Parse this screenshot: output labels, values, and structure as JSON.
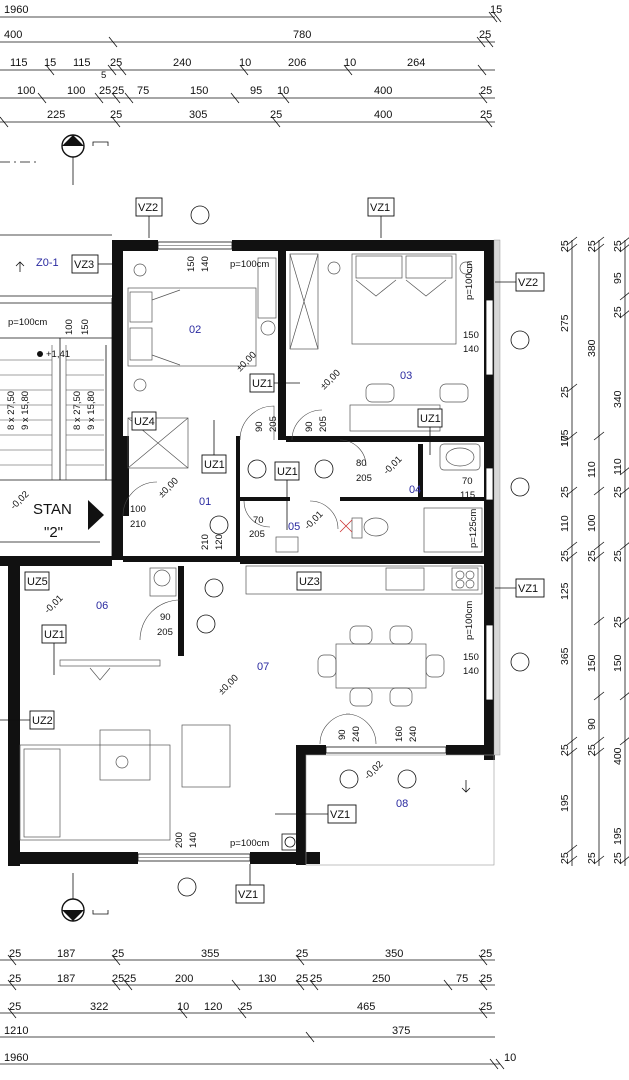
{
  "dims_top": {
    "r1": [
      "1960",
      "15"
    ],
    "r2": [
      "400",
      "780",
      "25"
    ],
    "r3": [
      "115",
      "15",
      "115",
      "25",
      "5",
      "240",
      "10",
      "206",
      "10",
      "264"
    ],
    "r4": [
      "100",
      "100",
      "25",
      "25",
      "75",
      "150",
      "95",
      "10",
      "400",
      "25"
    ],
    "r5": [
      "225",
      "25",
      "305",
      "25",
      "400",
      "25"
    ]
  },
  "dims_bottom": {
    "r1": [
      "25",
      "187",
      "25",
      "355",
      "25",
      "350",
      "25"
    ],
    "r2": [
      "25",
      "187",
      "25",
      "25",
      "200",
      "130",
      "25",
      "25",
      "250",
      "75",
      "25"
    ],
    "r3": [
      "25",
      "322",
      "10",
      "120",
      "25",
      "465",
      "25"
    ],
    "r4": [
      "1210",
      "375"
    ],
    "r5": [
      "1960",
      "10"
    ]
  },
  "dims_right": {
    "c1": [
      "25",
      "275",
      "25",
      "175",
      "10",
      "25",
      "110",
      "25",
      "125",
      "365",
      "25",
      "195",
      "25"
    ],
    "c2": [
      "25",
      "380",
      "340",
      "110",
      "100",
      "25",
      "150",
      "90",
      "25",
      "400",
      "25"
    ],
    "c3": [
      "25",
      "95",
      "25",
      "25",
      "110",
      "25",
      "25",
      "150",
      "195",
      "25"
    ]
  },
  "rooms": [
    "01",
    "02",
    "03",
    "04",
    "05",
    "06",
    "07",
    "08"
  ],
  "tags": {
    "vz1": "VZ1",
    "vz2": "VZ2",
    "vz3": "VZ3",
    "uz1": "UZ1",
    "uz2": "UZ2",
    "uz3": "UZ3",
    "uz4": "UZ4",
    "uz5": "UZ5",
    "zo1": "Z0-1"
  },
  "stan": {
    "line1": "STAN",
    "line2": "\"2\""
  },
  "levels": {
    "l1": "+1,41",
    "l2": "±0,00",
    "l3": "-0,02",
    "l4": "-0,01",
    "l5": "-0,02"
  },
  "openings": {
    "p100": "p=100cm",
    "p125": "p=125cm",
    "w150": "150",
    "w140": "140",
    "d100": "100",
    "d210": "210",
    "d90": "90",
    "d205": "205",
    "d80": "80",
    "d70": "70",
    "d115": "115",
    "d120": "120",
    "d200": "200",
    "d240": "240",
    "d160": "160",
    "stair1": "8 x 27,50",
    "stair2": "9 x 15,80"
  }
}
